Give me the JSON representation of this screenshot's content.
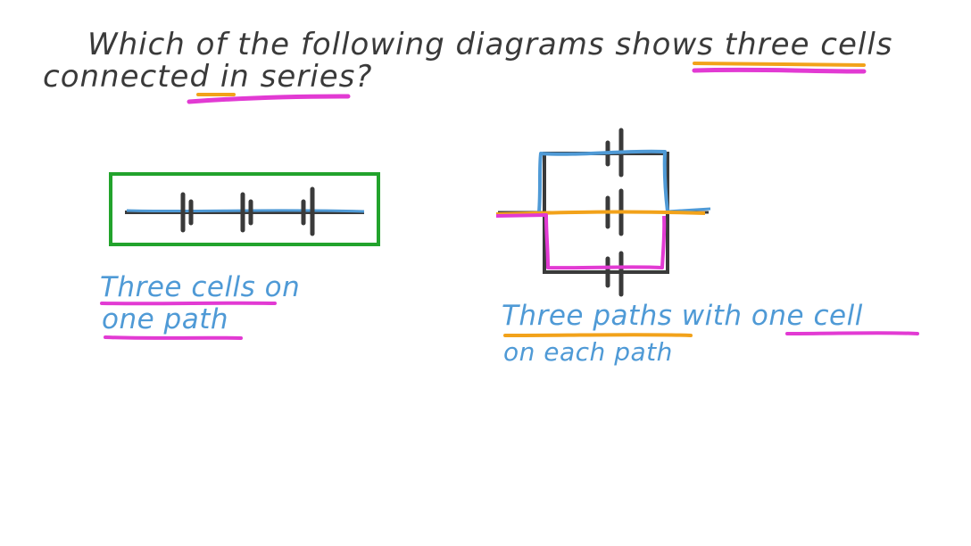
{
  "question": {
    "line1": "Which of the following diagrams shows three cells",
    "line2": "connected in series?"
  },
  "left_diagram": {
    "caption_line1": "Three cells on",
    "caption_line2": "one path",
    "frame_color": "#22a32c"
  },
  "right_diagram": {
    "caption_line1": "Three paths with one cell",
    "caption_line2": "on each path"
  },
  "colors": {
    "ink": "#3a3a3a",
    "blue": "#4f9ad6",
    "pink": "#e23ad3",
    "orange": "#f2a21a",
    "green": "#22a32c"
  }
}
